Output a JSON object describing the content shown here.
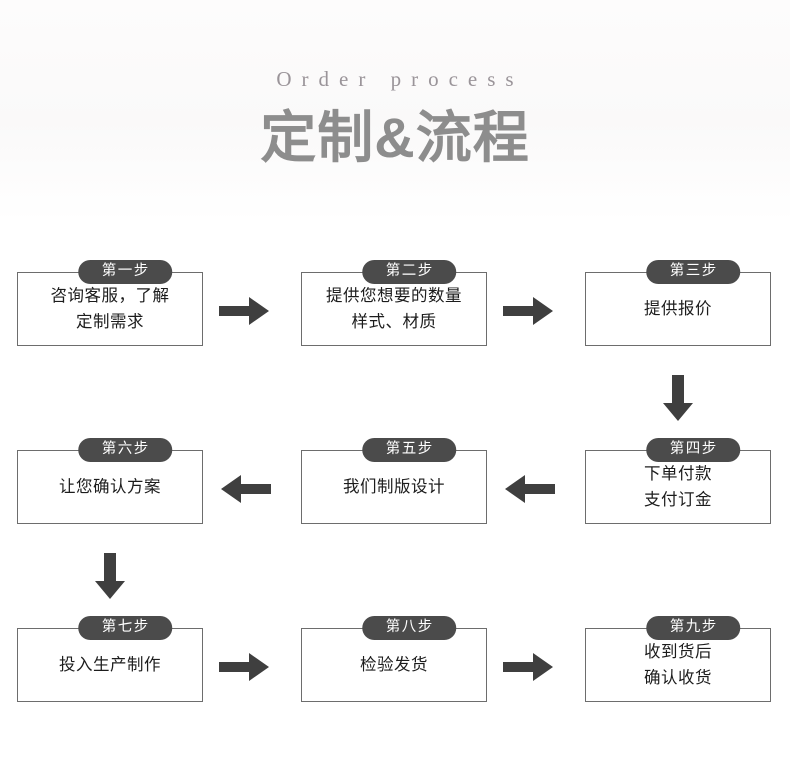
{
  "header": {
    "eyebrow": "Order process",
    "title": "定制&流程"
  },
  "colors": {
    "badge_bg": "#4b4b4b",
    "badge_text": "#ffffff",
    "box_border": "#6d6d6d",
    "box_text": "#1c1c1c",
    "arrow": "#3f3f3f",
    "title_text": "#8d8d8d",
    "eyebrow_text": "#9a9499",
    "page_bg": "#ffffff"
  },
  "steps": [
    {
      "badge": "第一步",
      "text": "咨询客服，了解\n定制需求"
    },
    {
      "badge": "第二步",
      "text": "提供您想要的数量\n样式、材质"
    },
    {
      "badge": "第三步",
      "text": "提供报价"
    },
    {
      "badge": "第六步",
      "text": "让您确认方案"
    },
    {
      "badge": "第五步",
      "text": "我们制版设计"
    },
    {
      "badge": "第四步",
      "text": "下单付款\n支付订金"
    },
    {
      "badge": "第七步",
      "text": "投入生产制作"
    },
    {
      "badge": "第八步",
      "text": "检验发货"
    },
    {
      "badge": "第九步",
      "text": "收到货后\n确认收货"
    }
  ],
  "arrows": {
    "row1_ab": "arrow-right-icon",
    "row1_bc": "arrow-right-icon",
    "row2_ab": "arrow-left-icon",
    "row2_bc": "arrow-left-icon",
    "row3_ab": "arrow-right-icon",
    "row3_bc": "arrow-right-icon",
    "down_right": "arrow-down-icon",
    "down_left": "arrow-down-icon"
  }
}
